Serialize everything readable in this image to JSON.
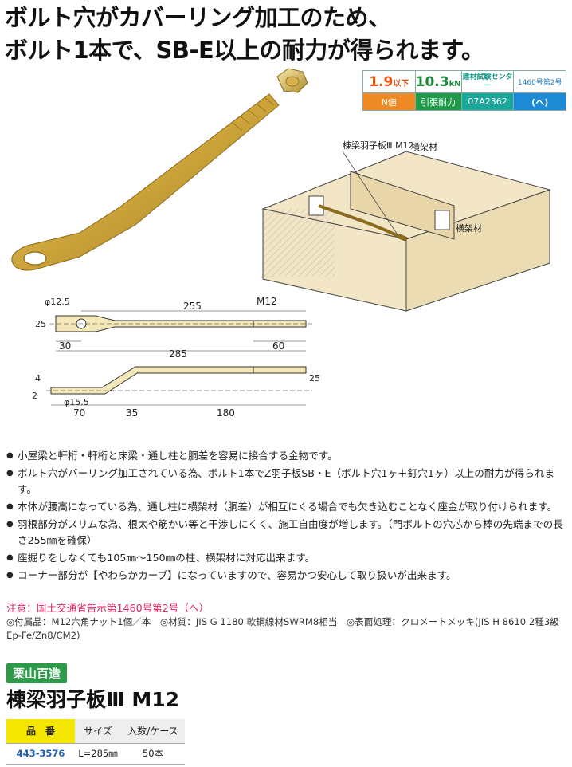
{
  "headline": {
    "line1": "ボルト穴がカバーリング加工のため、",
    "line2": "ボルト1本で、SB-E以上の耐力が得られます。"
  },
  "spec_table": {
    "n_value": "1.9",
    "n_value_suffix": "以下",
    "n_label": "N値",
    "tension_value": "10.3",
    "tension_unit": "kN",
    "tension_label": "引張耐力",
    "center_header": "建材試験センター",
    "center_code": "07A2362",
    "notice_header": "1460号第2号",
    "notice_value": "(へ)"
  },
  "illustration": {
    "label_product": "棟梁羽子板Ⅲ M12",
    "label_beam1": "横架材",
    "label_beam2": "横架材"
  },
  "dimensions": {
    "hole_dia": "φ12.5",
    "len_255": "255",
    "thread": "M12",
    "width_25": "25",
    "len_30": "30",
    "len_285": "285",
    "len_60": "60",
    "side_4": "4",
    "side_2": "2",
    "side_25": "25",
    "hole_dia2": "φ15.5",
    "len_70": "70",
    "len_35": "35",
    "len_180": "180"
  },
  "bullets": [
    "小屋梁と軒桁・軒桁と床梁・通し柱と胴差を容易に接合する金物です。",
    "ボルト穴がバーリング加工されている為、ボルト1本でZ羽子板SB・E（ボルト穴1ヶ＋釘穴1ヶ）以上の耐力が得られます。",
    "本体が腰高になっている為、通し柱に横架材（胴差）が相互にくる場合でも欠き込むことなく座金が取り付けられます。",
    "羽根部分がスリムな為、根太や筋かい等と干渉しにくく、施工自由度が増します。（門ボルトの穴芯から棒の先端までの長さ255㎜を確保）",
    "座掘りをしなくても105㎜～150㎜の柱、横架材に対応出来ます。",
    "コーナー部分が【やわらかカーブ】になっていますので、容易かつ安心して取り扱いが出来ます。"
  ],
  "note": "注意：国土交通省告示第1460号第2号（へ）",
  "accessories": "◎付属品：M12六角ナット1個／本　◎材質：JIS G 1180 軟鋼線材SWRM8相当　◎表面処理：クロメートメッキ(JIS H 8610 2種3級 Ep-Fe/Zn8/CM2)",
  "brand": "栗山百造",
  "product_name": "棟梁羽子板Ⅲ  M12",
  "product_table": {
    "headers": [
      "品　番",
      "サイズ",
      "入数/ケース"
    ],
    "rows": [
      [
        "443-3576",
        "L=285㎜",
        "50本"
      ]
    ]
  },
  "colors": {
    "orange": "#f08a24",
    "green": "#1e9a48",
    "teal": "#1aa89a",
    "blue": "#1d8ad5",
    "yellow": "#f5e600",
    "gold": "#d8b84a"
  }
}
